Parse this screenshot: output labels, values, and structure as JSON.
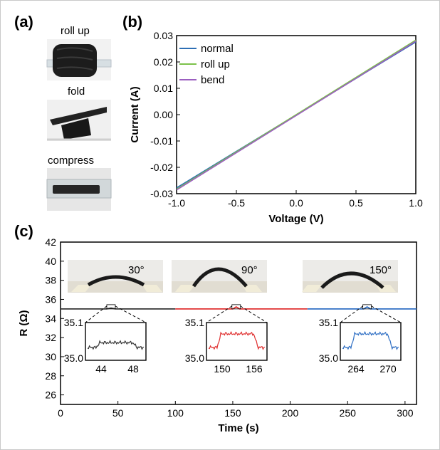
{
  "panels": {
    "a": "(a)",
    "b": "(b)",
    "c": "(c)"
  },
  "photos_a": [
    {
      "label": "roll up"
    },
    {
      "label": "fold"
    },
    {
      "label": "compress"
    }
  ],
  "angles": [
    "30°",
    "90°",
    "150°"
  ],
  "colors": {
    "normal": "#2e6fb5",
    "roll_up": "#7cc24a",
    "bend": "#9b5fc0",
    "seg1": "#333333",
    "seg2": "#e03030",
    "seg3": "#2f6fc4"
  },
  "chart_data": [
    {
      "type": "line",
      "panel": "b",
      "xlabel": "Voltage (V)",
      "ylabel": "Current (A)",
      "xlim": [
        -1.0,
        1.0
      ],
      "ylim": [
        -0.03,
        0.03
      ],
      "x_ticks": [
        "-1.0",
        "-0.5",
        "0.0",
        "0.5",
        "1.0"
      ],
      "y_ticks": [
        "0.03",
        "0.02",
        "0.01",
        "0.00",
        "-0.01",
        "-0.02",
        "-0.03"
      ],
      "legend_position": "top-left",
      "series": [
        {
          "name": "normal",
          "x": [
            -1.0,
            1.0
          ],
          "y": [
            -0.0278,
            0.0276
          ]
        },
        {
          "name": "roll up",
          "x": [
            -1.0,
            1.0
          ],
          "y": [
            -0.0283,
            0.0283
          ]
        },
        {
          "name": "bend",
          "x": [
            -1.0,
            1.0
          ],
          "y": [
            -0.0286,
            0.0279
          ]
        }
      ]
    },
    {
      "type": "line",
      "panel": "c",
      "xlabel": "Time (s)",
      "ylabel": "R (Ω)",
      "xlim": [
        0,
        310
      ],
      "ylim": [
        25,
        42
      ],
      "x_ticks": [
        "0",
        "50",
        "100",
        "150",
        "200",
        "250",
        "300"
      ],
      "y_ticks": [
        "42",
        "40",
        "38",
        "36",
        "34",
        "32",
        "30",
        "28",
        "26"
      ],
      "series": [
        {
          "name": "30°",
          "x": [
            0,
            40,
            44,
            48,
            100
          ],
          "y": [
            35.0,
            35.0,
            35.03,
            35.0,
            35.0
          ]
        },
        {
          "name": "90°",
          "x": [
            100,
            150,
            153,
            156,
            215
          ],
          "y": [
            35.0,
            35.0,
            35.07,
            35.0,
            35.0
          ]
        },
        {
          "name": "150°",
          "x": [
            215,
            264,
            267,
            270,
            310
          ],
          "y": [
            35.0,
            35.0,
            35.07,
            35.0,
            35.0
          ]
        }
      ],
      "insets": [
        {
          "x_ticks": [
            "44",
            "48"
          ],
          "y_ticks": [
            "35.1",
            "35.0"
          ],
          "plateau": 35.035
        },
        {
          "x_ticks": [
            "150",
            "156"
          ],
          "y_ticks": [
            "35.1",
            "35.0"
          ],
          "plateau": 35.075
        },
        {
          "x_ticks": [
            "264",
            "270"
          ],
          "y_ticks": [
            "35.1",
            "35.0"
          ],
          "plateau": 35.075
        }
      ]
    }
  ]
}
